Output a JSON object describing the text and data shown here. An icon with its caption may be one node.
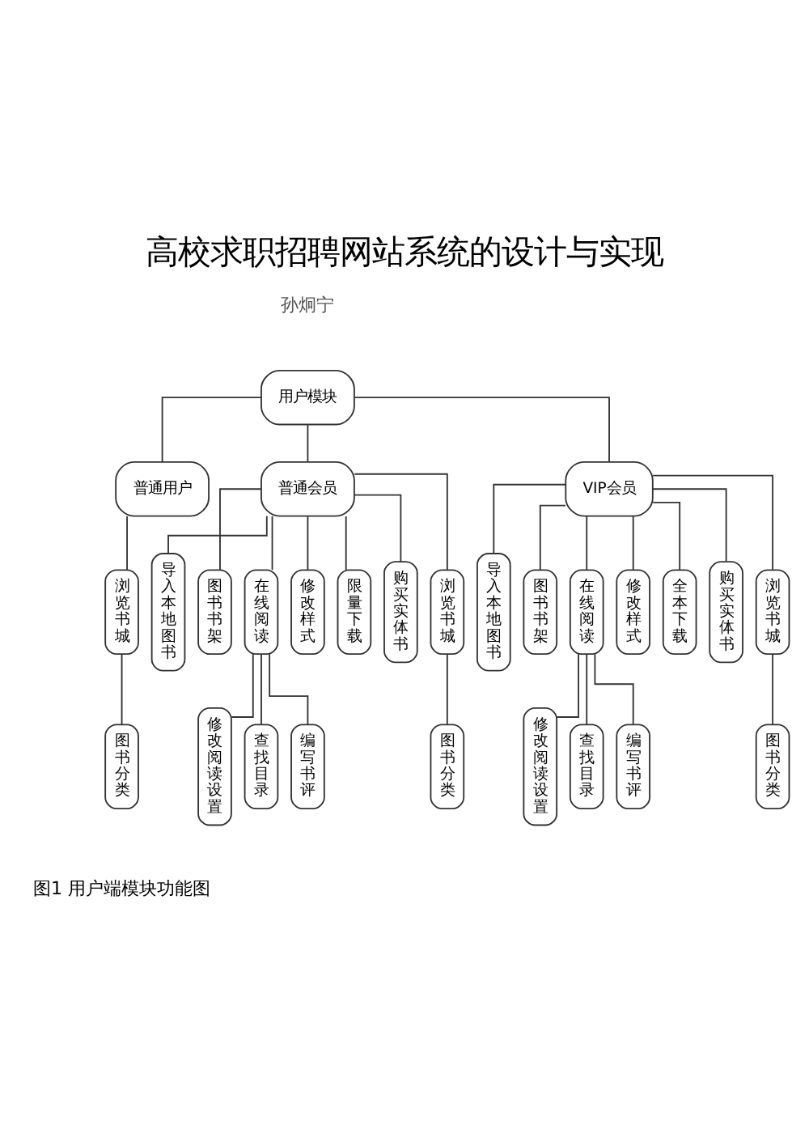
{
  "diagram": {
    "title": "高校求职招聘网站系统的设计与实现",
    "caption": "图1 用户端模块功能图",
    "nodes": [
      {
        "text": [
          "用户模块"
        ]
      },
      {
        "text": [
          "普通用户"
        ]
      },
      {
        "text": [
          "浏览书城"
        ]
      },
      {
        "text": [
          "图书分类"
        ]
      },
      {
        "text": [
          "普通会员"
        ]
      },
      {
        "text": [
          "导入本地图书"
        ]
      },
      {
        "text": [
          "图书书架"
        ]
      },
      {
        "text": [
          "在线阅读"
        ]
      },
      {
        "text": [
          "修改阅读设置"
        ]
      },
      {
        "text": [
          "查找目录"
        ]
      },
      {
        "text": [
          "编写书评"
        ]
      },
      {
        "text": [
          "修改样式"
        ]
      },
      {
        "text": [
          "限量下载"
        ]
      },
      {
        "text": [
          "购买实体书"
        ]
      },
      {
        "text": [
          "浏览书城"
        ]
      },
      {
        "text": [
          "图书分类"
        ]
      },
      {
        "text": [
          "VIP会员"
        ]
      },
      {
        "text": [
          "导入本地图书"
        ]
      },
      {
        "text": [
          "图书书架"
        ]
      },
      {
        "text": [
          "在线阅读"
        ]
      },
      {
        "text": [
          "修改阅读设置"
        ]
      },
      {
        "text": [
          "查找目录"
        ]
      },
      {
        "text": [
          "编写书评"
        ]
      },
      {
        "text": [
          "修改样式"
        ]
      },
      {
        "text": [
          "全本下载"
        ]
      },
      {
        "text": [
          "购买实体书"
        ]
      },
      {
        "text": [
          "浏览书城"
        ]
      },
      {
        "text": [
          "图书分类"
        ]
      }
    ],
    "edges": [
      {
        "from": 0,
        "to": 1,
        "arrow": "none"
      },
      {
        "from": 0,
        "to": 4,
        "arrow": "none"
      },
      {
        "from": 0,
        "to": 16,
        "arrow": "none"
      },
      {
        "from": 1,
        "to": 2,
        "arrow": "none"
      },
      {
        "from": 2,
        "to": 3,
        "arrow": "none"
      },
      {
        "from": 4,
        "to": 5,
        "arrow": "none"
      },
      {
        "from": 4,
        "to": 6,
        "arrow": "none"
      },
      {
        "from": 4,
        "to": 7,
        "arrow": "none"
      },
      {
        "from": 7,
        "to": 8,
        "arrow": "none"
      },
      {
        "from": 7,
        "to": 9,
        "arrow": "none"
      },
      {
        "from": 7,
        "to": 10,
        "arrow": "none"
      },
      {
        "from": 4,
        "to": 11,
        "arrow": "none"
      },
      {
        "from": 4,
        "to": 12,
        "arrow": "none"
      },
      {
        "from": 4,
        "to": 13,
        "arrow": "none"
      },
      {
        "from": 4,
        "to": 14,
        "arrow": "none"
      },
      {
        "from": 14,
        "to": 15,
        "arrow": "none"
      },
      {
        "from": 16,
        "to": 17,
        "arrow": "none"
      },
      {
        "from": 16,
        "to": 18,
        "arrow": "none"
      },
      {
        "from": 16,
        "to": 19,
        "arrow": "none"
      },
      {
        "from": 19,
        "to": 20,
        "arrow": "none"
      },
      {
        "from": 19,
        "to": 21,
        "arrow": "none"
      },
      {
        "from": 19,
        "to": 22,
        "arrow": "none"
      },
      {
        "from": 16,
        "to": 23,
        "arrow": "none"
      },
      {
        "from": 16,
        "to": 24,
        "arrow": "none"
      },
      {
        "from": 16,
        "to": 25,
        "arrow": "none"
      },
      {
        "from": 16,
        "to": 26,
        "arrow": "none"
      },
      {
        "from": 26,
        "to": 27,
        "arrow": "none"
      }
    ],
    "labels": [
      "孙炯宁"
    ]
  }
}
